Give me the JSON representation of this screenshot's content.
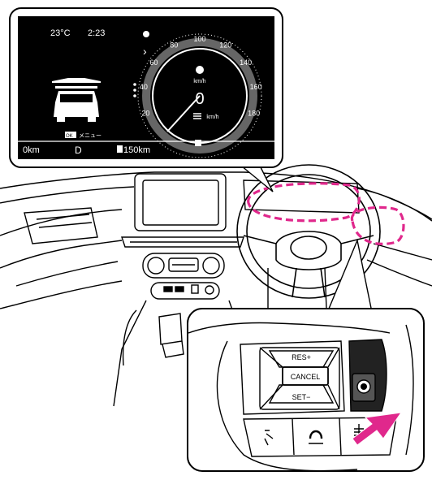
{
  "cluster": {
    "temperature": "23°C",
    "time": "2:23",
    "speed_unit_top": "km/h",
    "speed_value": "0",
    "speed_unit_bottom": "km/h",
    "menu_badge": "OK",
    "menu_label": "メニュー",
    "odometer": "0km",
    "gear": "D",
    "range": "150km",
    "speed_scale": [
      "20",
      "40",
      "60",
      "80",
      "100",
      "120",
      "140",
      "160",
      "180"
    ]
  },
  "controls": {
    "res_label": "RES+",
    "cancel_label": "CANCEL",
    "set_label": "SET−"
  },
  "colors": {
    "highlight": "#e0288c",
    "arrow": "#e0288c",
    "screen_bg": "#000000",
    "line": "#000000"
  },
  "icons": [
    "steering-assist-icon",
    "voice-icon",
    "phone-icon",
    "propilot-icon",
    "cruise-main-switch-icon",
    "fuel-icon"
  ]
}
